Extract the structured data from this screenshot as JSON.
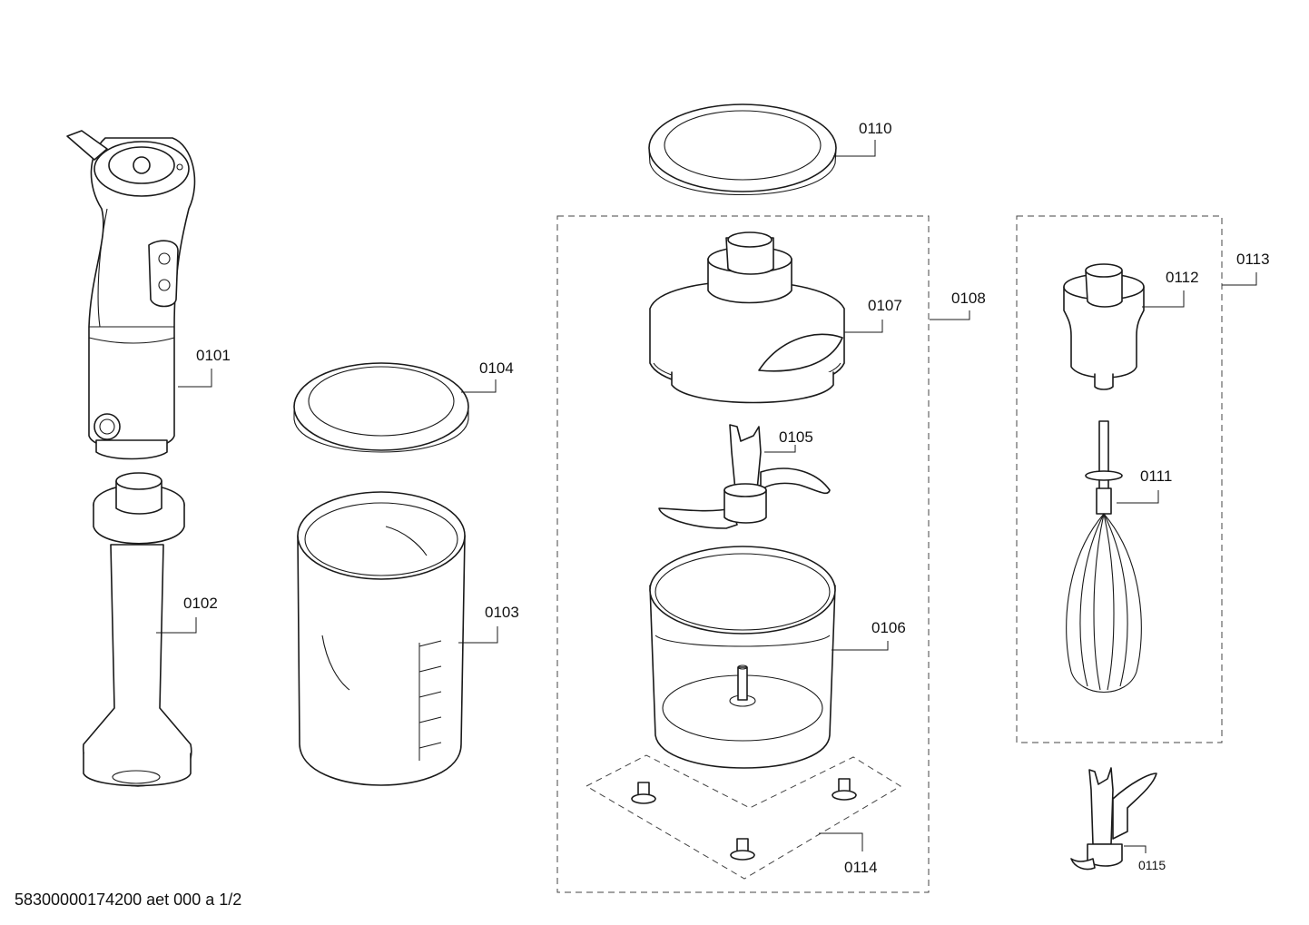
{
  "parts": {
    "p0101": "0101",
    "p0102": "0102",
    "p0103": "0103",
    "p0104": "0104",
    "p0105": "0105",
    "p0106": "0106",
    "p0107": "0107",
    "p0108": "0108",
    "p0110": "0110",
    "p0111": "0111",
    "p0112": "0112",
    "p0113": "0113",
    "p0114": "0114",
    "p0115": "0115"
  },
  "footer": {
    "document_code": "58300000174200 aet 000 a 1/2"
  }
}
